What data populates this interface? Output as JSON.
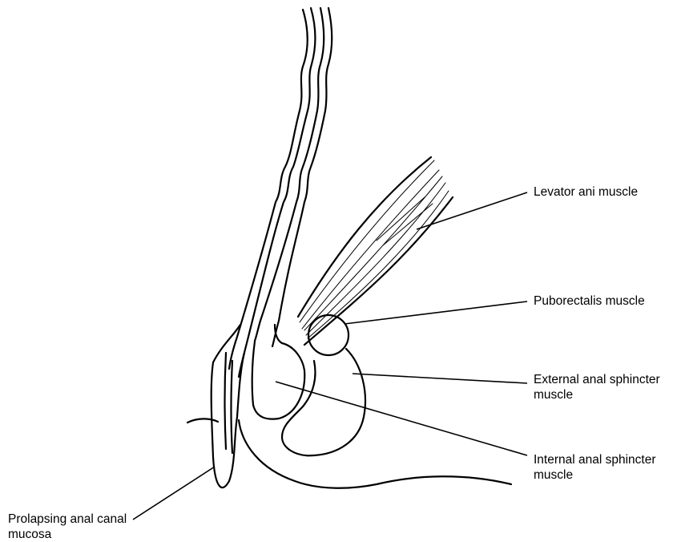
{
  "labels": {
    "levator": "Levator ani muscle",
    "puborectalis": "Puborectalis muscle",
    "external": "External anal sphincter\nmuscle",
    "internal": "Internal anal sphincter\nmuscle",
    "prolapse": "Prolapsing anal canal\nmucosa"
  }
}
